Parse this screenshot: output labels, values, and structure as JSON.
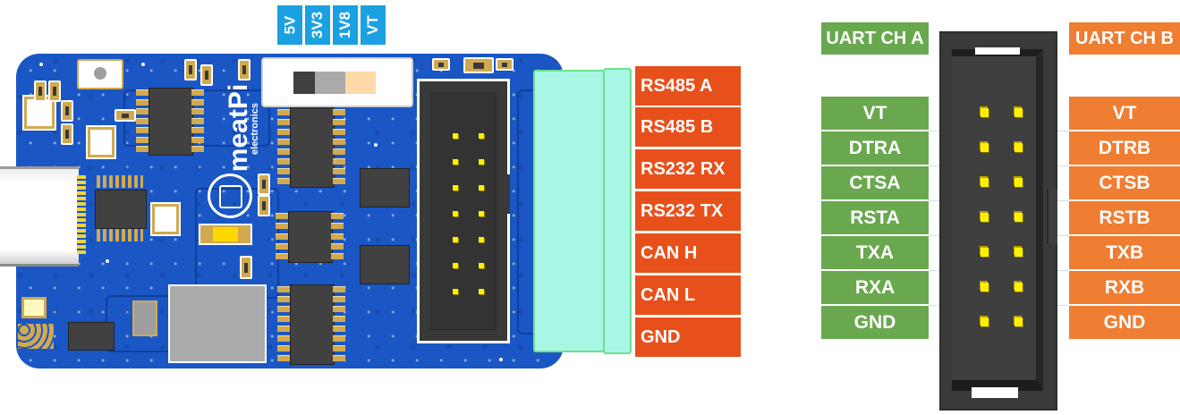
{
  "voltage_selector": {
    "options": [
      "5V",
      "3V3",
      "1V8",
      "VT"
    ],
    "color": "#1ba1e2"
  },
  "board": {
    "logo_text": "meatPi",
    "logo_subtext": "electronics",
    "pcb_color": "#1a56c4"
  },
  "terminal_labels": {
    "color": "#e8501b",
    "items": [
      "RS485 A",
      "RS485 B",
      "RS232 RX",
      "RS232 TX",
      "CAN H",
      "CAN L",
      "GND"
    ]
  },
  "uart_pinout": {
    "channel_a": {
      "title": "UART CH A",
      "color": "#6aa84f",
      "pins": [
        "VT",
        "DTRA",
        "CTSA",
        "RSTA",
        "TXA",
        "RXA",
        "GND"
      ]
    },
    "channel_b": {
      "title": "UART CH B",
      "color": "#ef7d32",
      "pins": [
        "VT",
        "DTRB",
        "CTSB",
        "RSTB",
        "TXB",
        "RXB",
        "GND"
      ]
    }
  }
}
